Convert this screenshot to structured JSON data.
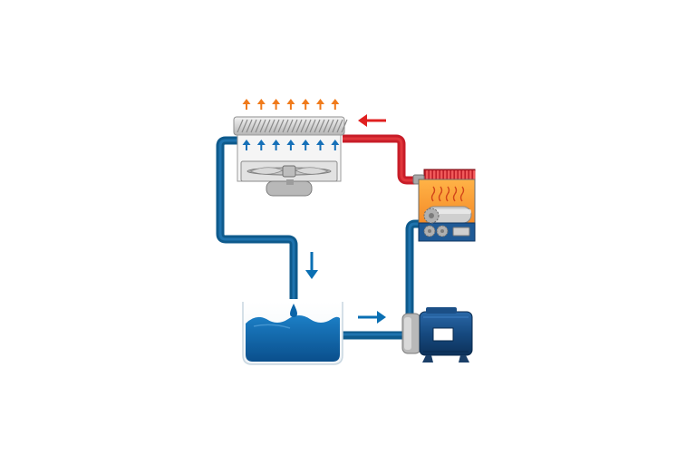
{
  "diagram": {
    "kind": "closed-loop cooling system",
    "components": [
      {
        "id": "cooler",
        "icon": "air-cooler-fan-icon"
      },
      {
        "id": "reservoir",
        "icon": "water-tank-icon"
      },
      {
        "id": "pump",
        "icon": "centrifugal-pump-icon"
      },
      {
        "id": "machine",
        "icon": "heated-machine-icon"
      }
    ],
    "flow_arrows": [
      {
        "id": "hot-return",
        "direction": "left",
        "color": "#e02020"
      },
      {
        "id": "drain-down",
        "direction": "down",
        "color": "#0a6fb3"
      },
      {
        "id": "pump-in",
        "direction": "right",
        "color": "#0a6fb3"
      }
    ],
    "heat_exhaust_arrows": 7,
    "cooling_air_arrows": 7,
    "colors": {
      "cold_pipe": "#0e5a8c",
      "hot_pipe": "#d01f2a",
      "water": "#0a64a8",
      "heat_arrow": "#f07a1a",
      "cool_arrow": "#1670b8"
    }
  }
}
